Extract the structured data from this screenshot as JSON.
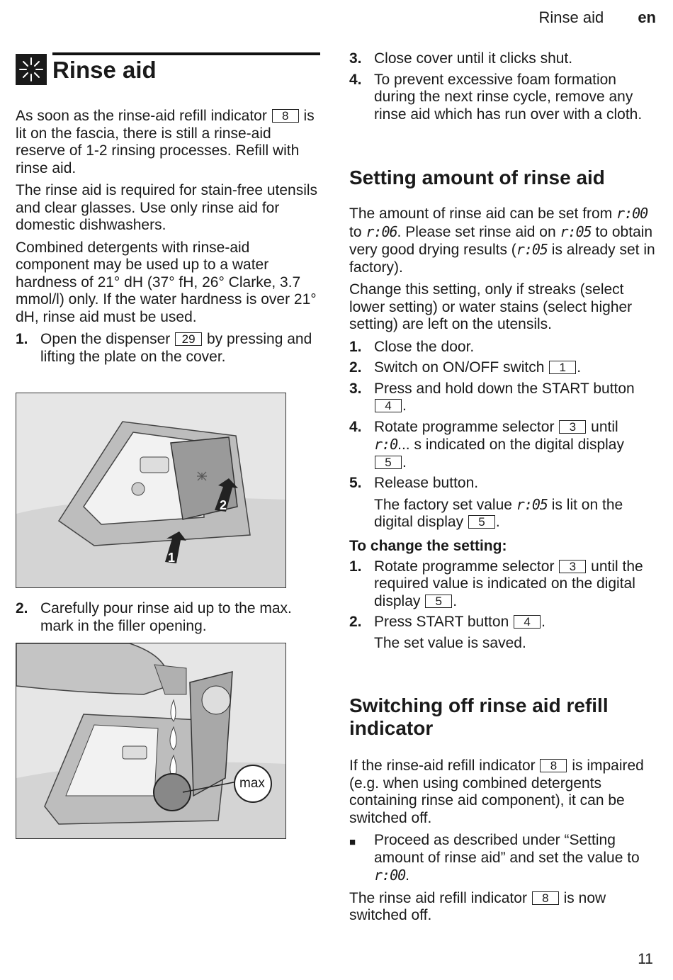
{
  "header": {
    "section": "Rinse aid",
    "lang": "en"
  },
  "page_number": "11",
  "title": "Rinse aid",
  "intro": {
    "p1_a": "As soon as the rinse-aid refill indicator",
    "p1_box": "8",
    "p1_b": "is lit on the fascia, there is still a rinse-aid reserve of 1-2 rinsing processes. Refill with rinse aid.",
    "p2": "The rinse aid is required for stain-free utensils and clear glasses. Use only rinse aid for domestic dishwashers.",
    "p3": "Combined detergents with rinse-aid component may be used up to a water hardness of 21° dH (37° fH, 26° Clarke, 3.7 mmol/l) only. If the water hardness is over 21° dH, rinse aid must be used."
  },
  "step1": {
    "num": "1.",
    "a": "Open the dispenser",
    "box": "29",
    "b": "by pressing and lifting the plate on the cover."
  },
  "figure1": {
    "label1": "1",
    "label2": "2"
  },
  "step2": {
    "num": "2.",
    "text": "Carefully pour rinse aid up to the max. mark in the filler opening."
  },
  "figure2": {
    "max_label": "max"
  },
  "step3": {
    "num": "3.",
    "text": "Close cover until it clicks shut."
  },
  "step4": {
    "num": "4.",
    "text": "To prevent excessive foam formation during the next rinse cycle, remove any rinse aid which has run over with a cloth."
  },
  "setting": {
    "heading": "Setting amount of rinse aid",
    "p1_a": "The amount of rinse aid can be set from",
    "code_r00": "r:00",
    "p1_to": "to",
    "code_r06": "r:06",
    "p1_b": ". Please set rinse aid on",
    "code_r05": "r:05",
    "p1_c": "to obtain very good drying results (",
    "p1_d": "is already set in factory).",
    "p2": "Change this setting, only if streaks (select lower setting) or water stains (select higher setting) are left on the utensils.",
    "steps": [
      {
        "num": "1.",
        "text": "Close the door."
      },
      {
        "num": "2.",
        "a": "Switch on ON/OFF switch",
        "box": "1",
        "b": "."
      },
      {
        "num": "3.",
        "a": "Press and hold down the START button",
        "box": "4",
        "b": "."
      },
      {
        "num": "4.",
        "a": "Rotate programme selector",
        "box": "3",
        "until": "until",
        "code": "r:0",
        "b": "... s indicated on the digital display",
        "box2": "5",
        "c": "."
      },
      {
        "num": "5.",
        "text": "Release button."
      }
    ],
    "factory_a": "The factory set value",
    "factory_b": "is lit on the digital display",
    "factory_box": "5",
    "factory_c": ".",
    "change_heading": "To change the setting:",
    "change_steps": [
      {
        "num": "1.",
        "a": "Rotate programme selector",
        "box": "3",
        "b": "until the required value is indicated on the digital display",
        "box2": "5",
        "c": "."
      },
      {
        "num": "2.",
        "a": "Press START button",
        "box": "4",
        "b": "."
      }
    ],
    "saved": "The set value is saved."
  },
  "switchoff": {
    "heading": "Switching off rinse aid refill indicator",
    "p1_a": "If the rinse-aid refill indicator",
    "p1_box": "8",
    "p1_b": "is impaired (e.g. when using combined detergents containing rinse aid component), it can be switched off.",
    "bullet_mark": "■",
    "bullet_a": "Proceed as described under “Setting amount of rinse aid” and set the value to",
    "bullet_code": "r:00",
    "bullet_b": ".",
    "p2_a": "The rinse aid refill indicator",
    "p2_box": "8",
    "p2_b": "is now switched off."
  }
}
